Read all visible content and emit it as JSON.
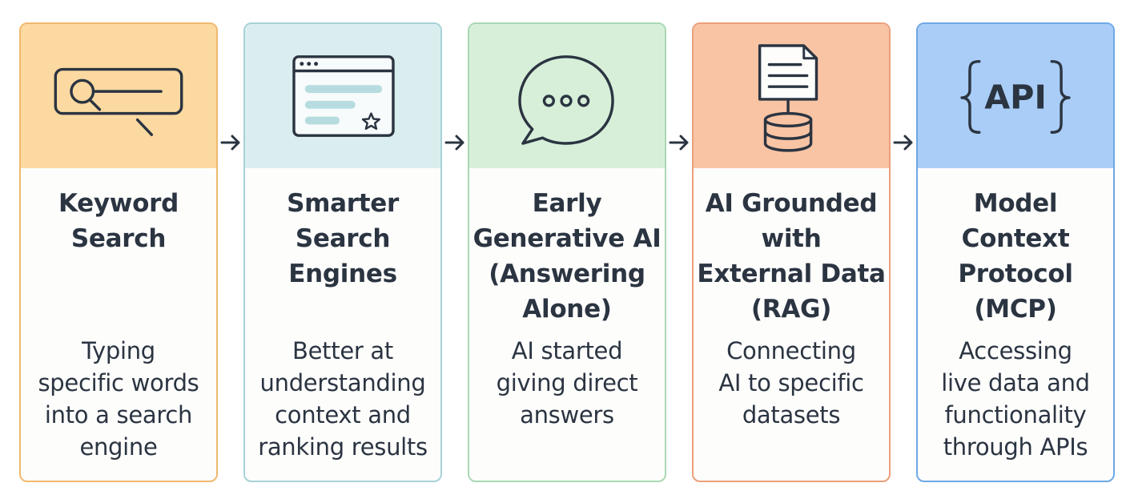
{
  "steps": [
    {
      "title": "Keyword\nSearch",
      "description": "Typing\nspecific words\ninto a search\nengine",
      "icon": "search-bar-icon",
      "border_color": "#f0b86e",
      "band_color": "#fcd9a1"
    },
    {
      "title": "Smarter\nSearch\nEngines",
      "description": "Better at\nunderstanding\ncontext and\nranking results",
      "icon": "browser-window-icon",
      "border_color": "#a7d2d8",
      "band_color": "#dbeeef"
    },
    {
      "title": "Early\nGenerative AI\n(Answering\nAlone)",
      "description": "AI started\ngiving direct\nanswers",
      "icon": "chat-bubble-icon",
      "border_color": "#a9d8b3",
      "band_color": "#d7efd9"
    },
    {
      "title": "AI Grounded\nwith\nExternal Data\n(RAG)",
      "description": "Connecting\nAI to specific\ndatasets",
      "icon": "document-database-icon",
      "border_color": "#ec9f7a",
      "band_color": "#f8c4a4"
    },
    {
      "title": "Model\nContext\nProtocol\n(MCP)",
      "description": "Accessing\nlive data and\nfunctionality\nthrough APIs",
      "icon": "api-icon",
      "api_text": "API",
      "border_color": "#6ea8e6",
      "band_color": "#a9cdf6"
    }
  ]
}
